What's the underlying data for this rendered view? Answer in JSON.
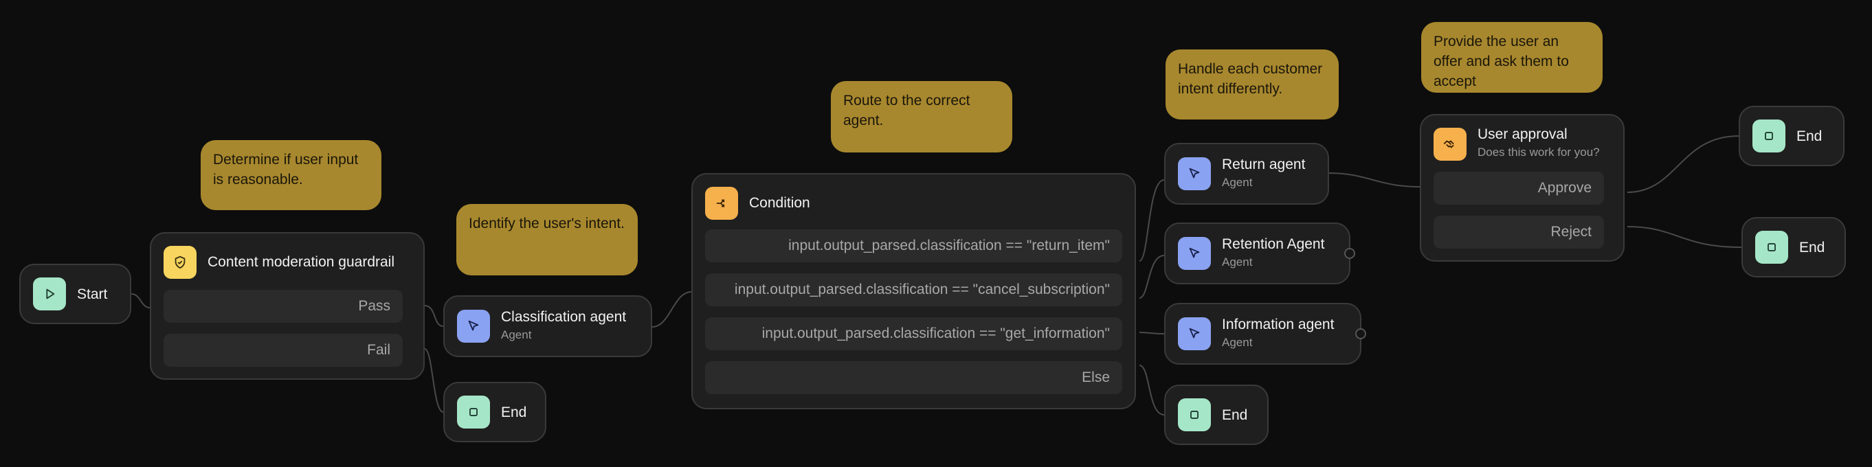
{
  "nodes": {
    "start": {
      "label": "Start"
    },
    "guardrail": {
      "title": "Content moderation guardrail",
      "rows": [
        "Pass",
        "Fail"
      ]
    },
    "end_guardrail": {
      "label": "End"
    },
    "classification": {
      "title": "Classification agent",
      "subtitle": "Agent"
    },
    "condition": {
      "title": "Condition",
      "rows": [
        "input.output_parsed.classification == \"return_item\"",
        "input.output_parsed.classification == \"cancel_subscription\"",
        "input.output_parsed.classification == \"get_information\"",
        "Else"
      ]
    },
    "return_agent": {
      "title": "Return agent",
      "subtitle": "Agent"
    },
    "retention_agent": {
      "title": "Retention Agent",
      "subtitle": "Agent"
    },
    "information_agent": {
      "title": "Information agent",
      "subtitle": "Agent"
    },
    "end_condition": {
      "label": "End"
    },
    "approval": {
      "title": "User approval",
      "subtitle": "Does this work for you?",
      "rows": [
        "Approve",
        "Reject"
      ]
    },
    "end_approve": {
      "label": "End"
    },
    "end_reject": {
      "label": "End"
    }
  },
  "notes": {
    "guardrail": "Determine if user input is reasonable.",
    "classification": "Identify the user's intent.",
    "condition": "Route to the correct agent.",
    "agents": "Handle each customer intent differently.",
    "approval": "Provide the user an offer and ask them to accept"
  },
  "colors": {
    "background": "#0d0d0d",
    "node": "#1f1f1f",
    "note": "#a8882e",
    "start_end": "#a6e6c8",
    "guardrail": "#f7d55e",
    "agent": "#8aa2f2",
    "logic": "#f6b04c"
  },
  "icons": {
    "start": "play-icon",
    "end": "stop-icon",
    "guardrail": "shield-check-icon",
    "agent": "cursor-arrow-icon",
    "condition": "branch-icon",
    "approval": "handshake-icon"
  }
}
